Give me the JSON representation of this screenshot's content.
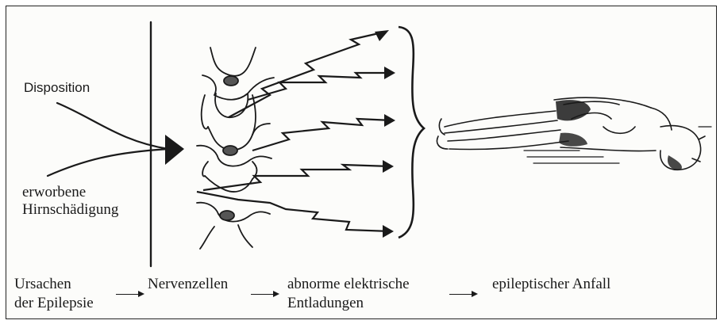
{
  "inputs": {
    "disposition": "Disposition",
    "damage_line1": "erworbene",
    "damage_line2": "Hirnschädigung"
  },
  "flow": {
    "step1_line1": "Ursachen",
    "step1_line2": "der Epilepsie",
    "step2": "Nervenzellen",
    "step3_line1": "abnorme elektrische",
    "step3_line2": "Entladungen",
    "step4": "epileptischer Anfall"
  },
  "colors": {
    "ink": "#1a1a1a",
    "paper": "#fcfcfa"
  },
  "icons": [
    "nerve-cells-illustration",
    "lightning-arrow-icon",
    "curly-brace",
    "lying-person-illustration"
  ]
}
